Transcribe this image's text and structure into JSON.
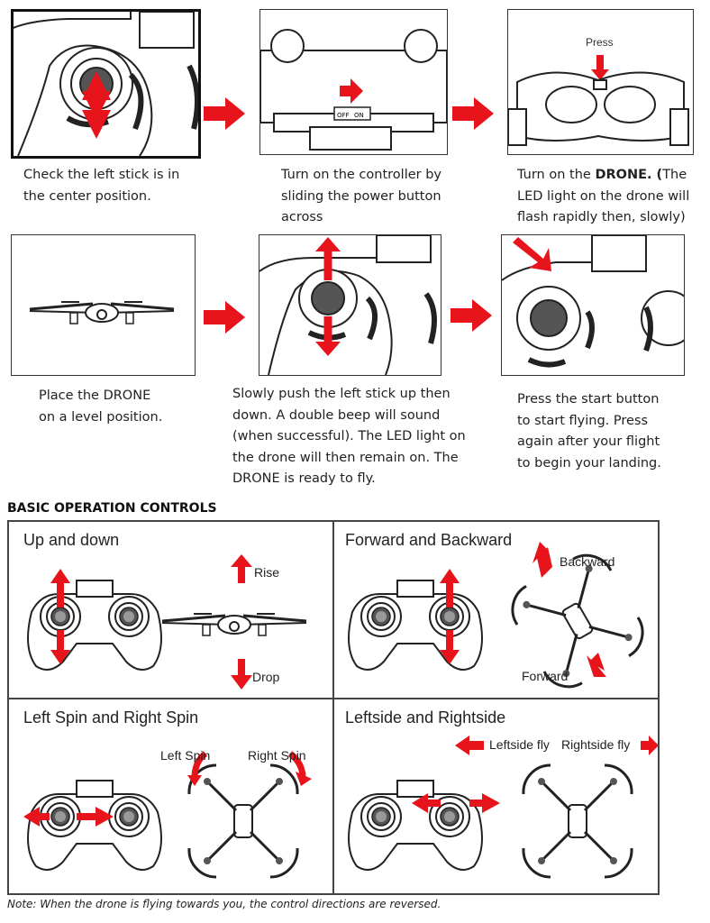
{
  "steps": [
    {
      "caption_lines": [
        "Check the left stick is in",
        "the center position."
      ]
    },
    {
      "caption_lines": [
        "Turn on the controller by",
        "sliding the power button",
        "across"
      ],
      "labels": {
        "off": "OFF",
        "on": "ON"
      }
    },
    {
      "caption_prefix": "Turn on the ",
      "caption_bold": "DRONE. (",
      "caption_rest_1": "The",
      "caption_lines_rest": [
        "LED light on the drone will",
        "flash rapidly then, slowly)"
      ],
      "press_label": "Press"
    },
    {
      "caption_lines": [
        "Place the DRONE",
        "on a level position."
      ]
    },
    {
      "caption_lines": [
        "Slowly push the left stick up then",
        "down. A double beep will sound",
        "(when successful). The LED light on",
        "the drone will then remain on. The",
        "DRONE is ready to fly."
      ]
    },
    {
      "caption_lines": [
        "Press the start button",
        "to start flying. Press",
        "again after your flight",
        "to begin your landing."
      ]
    }
  ],
  "controls_title": "BASIC OPERATION CONTROLS",
  "controls": {
    "up_down": {
      "title": "Up and down",
      "rise": "Rise",
      "drop": "Drop"
    },
    "forward_backward": {
      "title": "Forward and Backward",
      "backward": "Backward",
      "forward": "Forward"
    },
    "spin": {
      "title": "Left Spin and Right Spin",
      "left_spin": "Left Spin",
      "right_spin": "Right Spin"
    },
    "side": {
      "title": "Leftside and Rightside",
      "leftside": "Leftside fly",
      "rightside": "Rightside fly"
    }
  },
  "note": "Note: When the drone is flying towards you, the control directions are reversed.",
  "colors": {
    "arrow": "#e8141b",
    "line": "#333333"
  }
}
